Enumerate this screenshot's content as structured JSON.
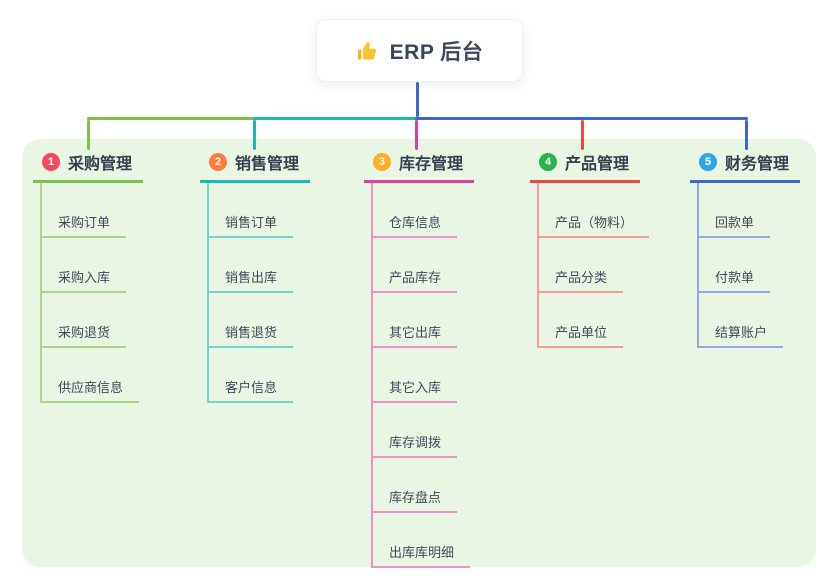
{
  "root": {
    "label": "ERP 后台",
    "icon": "thumbs-up-icon"
  },
  "connector": {
    "root_color": "#4064d0"
  },
  "branches": [
    {
      "number": "1",
      "title": "采购管理",
      "badge_color": "#f8485e",
      "line_color": "#7cc144",
      "child_line_color": "#abd687",
      "children": [
        "采购订单",
        "采购入库",
        "采购退货",
        "供应商信息"
      ]
    },
    {
      "number": "2",
      "title": "销售管理",
      "badge_color": "#fb7c3c",
      "line_color": "#1ab9b1",
      "child_line_color": "#73d2cb",
      "children": [
        "销售订单",
        "销售出库",
        "销售退货",
        "客户信息"
      ]
    },
    {
      "number": "3",
      "title": "库存管理",
      "badge_color": "#fbaf24",
      "line_color": "#dc3f9d",
      "child_line_color": "#eb92c8",
      "children": [
        "仓库信息",
        "产品库存",
        "其它出库",
        "其它入库",
        "库存调拨",
        "库存盘点",
        "出库库明细"
      ]
    },
    {
      "number": "4",
      "title": "产品管理",
      "badge_color": "#2bb34b",
      "line_color": "#f0483f",
      "child_line_color": "#f79d96",
      "children": [
        "产品（物料）",
        "产品分类",
        "产品单位"
      ]
    },
    {
      "number": "5",
      "title": "财务管理",
      "badge_color": "#2fa5e8",
      "line_color": "#4064d0",
      "child_line_color": "#93a8e2",
      "children": [
        "回款单",
        "付款单",
        "结算账户"
      ]
    }
  ]
}
